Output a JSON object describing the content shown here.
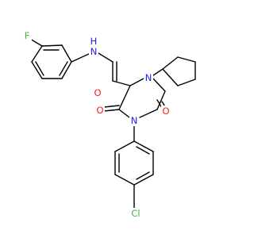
{
  "molecule": {
    "atoms": [
      {
        "id": "F",
        "label": "F",
        "color": "#3db83d"
      },
      {
        "id": "N1",
        "label": "N",
        "color": "#2222ee"
      },
      {
        "id": "H1",
        "label": "H",
        "color": "#2222ee"
      },
      {
        "id": "O1",
        "label": "O",
        "color": "#ee2222"
      },
      {
        "id": "N2",
        "label": "N",
        "color": "#2222ee"
      },
      {
        "id": "N3",
        "label": "N",
        "color": "#2222ee"
      },
      {
        "id": "O2",
        "label": "O",
        "color": "#ee2222"
      },
      {
        "id": "O3",
        "label": "O",
        "color": "#ee2222"
      },
      {
        "id": "Cl",
        "label": "Cl",
        "color": "#3db83d"
      }
    ]
  }
}
